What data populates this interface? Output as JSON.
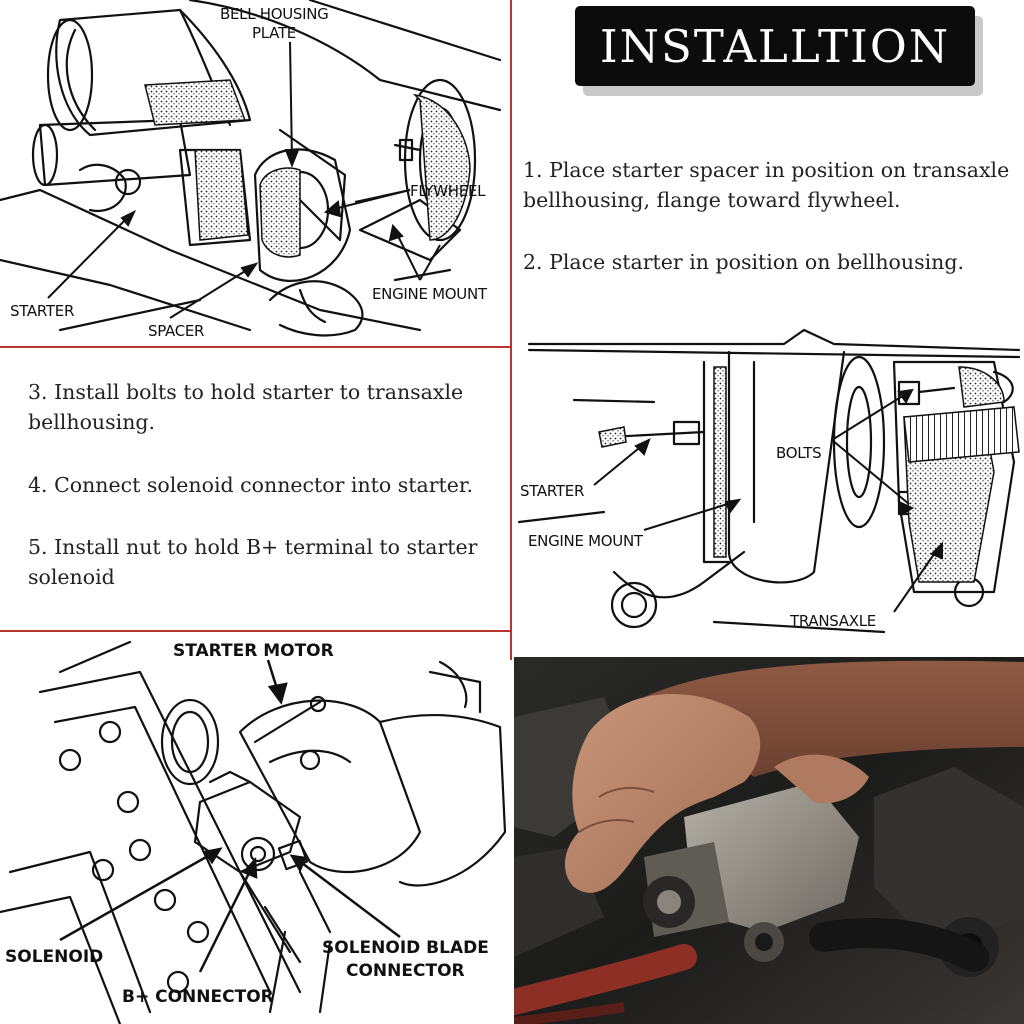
{
  "title": "INSTALLTION",
  "steps": {
    "s1": "1. Place starter spacer in position on transaxle bellhousing, flange toward flywheel.",
    "s2": "2. Place starter in position on bellhousing.",
    "s3": "3. Install bolts to hold starter to transaxle bellhousing.",
    "s4": "4. Connect solenoid connector into starter.",
    "s5": "5. Install nut to hold B+ terminal to starter solenoid"
  },
  "diagram1": {
    "bell_housing_line1": "BELL HOUSING",
    "bell_housing_line2": "PLATE",
    "flywheel": "FLYWHEEL",
    "engine_mount": "ENGINE MOUNT",
    "starter": "STARTER",
    "spacer": "SPACER"
  },
  "diagram2": {
    "bolts": "BOLTS",
    "starter": "STARTER",
    "engine_mount": "ENGINE MOUNT",
    "transaxle": "TRANSAXLE"
  },
  "diagram3": {
    "starter_motor": "STARTER MOTOR",
    "solenoid": "SOLENOID",
    "solenoid_blade_line1": "SOLENOID BLADE",
    "solenoid_blade_line2": "CONNECTOR",
    "b_plus_connector": "B+ CONNECTOR"
  },
  "colors": {
    "divider": "#b8342c",
    "title_bg": "#0c0c0c",
    "title_shadow": "#c9c9c9"
  }
}
